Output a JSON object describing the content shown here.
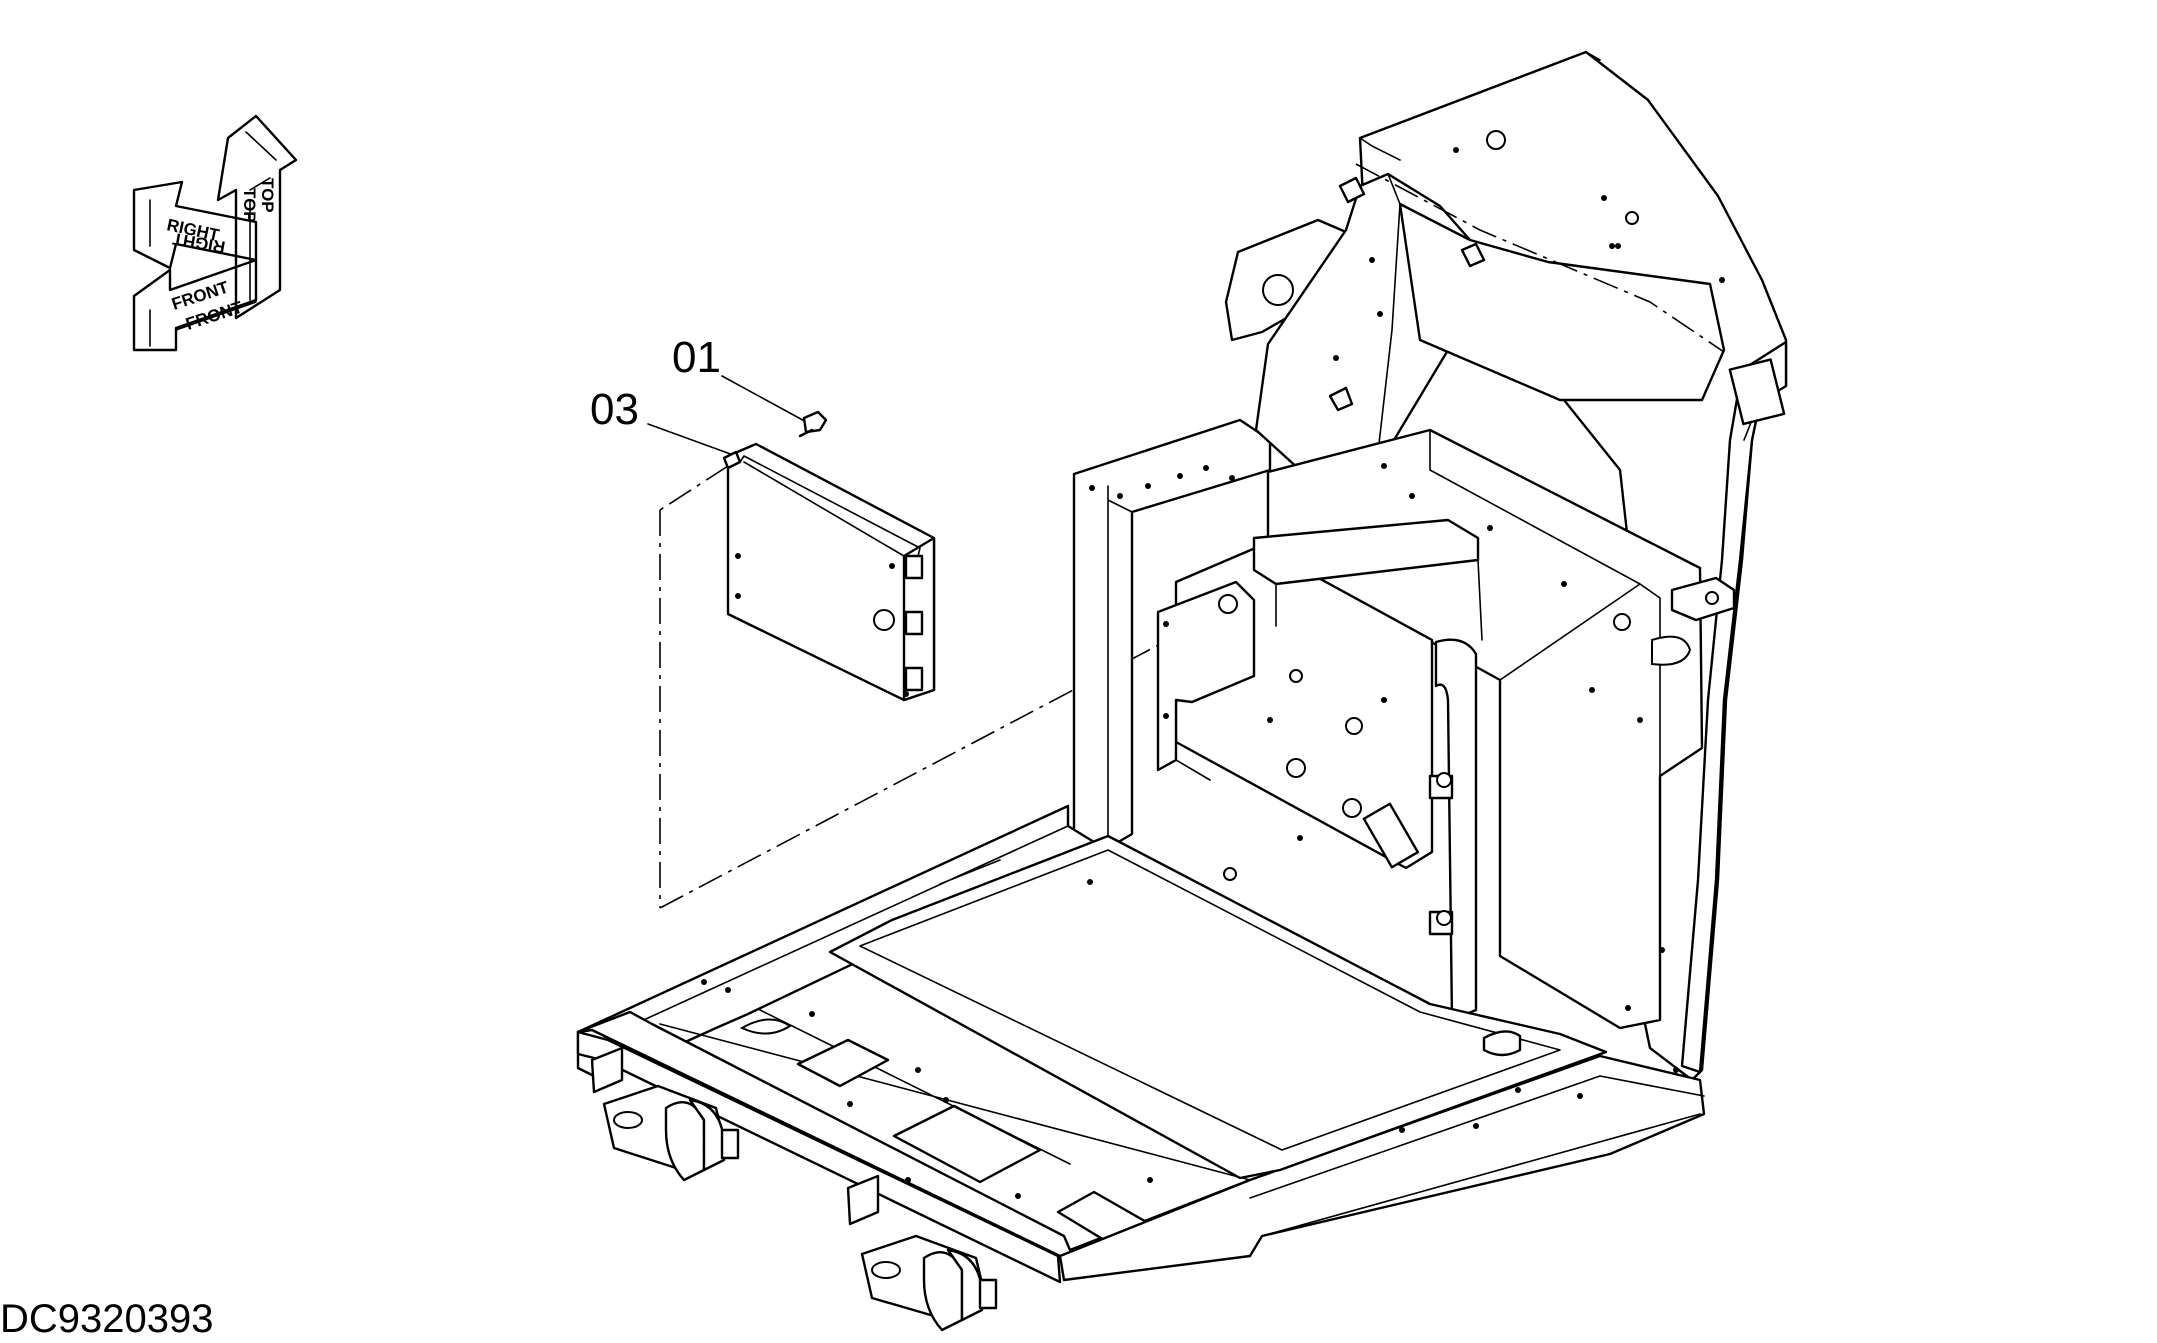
{
  "drawing": {
    "number": "DC9320393"
  },
  "orientation": {
    "top_1": "TOP",
    "top_2": "TOP",
    "right_1": "RIGHT",
    "right_2": "RIGHT",
    "front_1": "FRONT",
    "front_2": "FRONT"
  },
  "callouts": [
    {
      "label": "01"
    },
    {
      "label": "03"
    }
  ]
}
